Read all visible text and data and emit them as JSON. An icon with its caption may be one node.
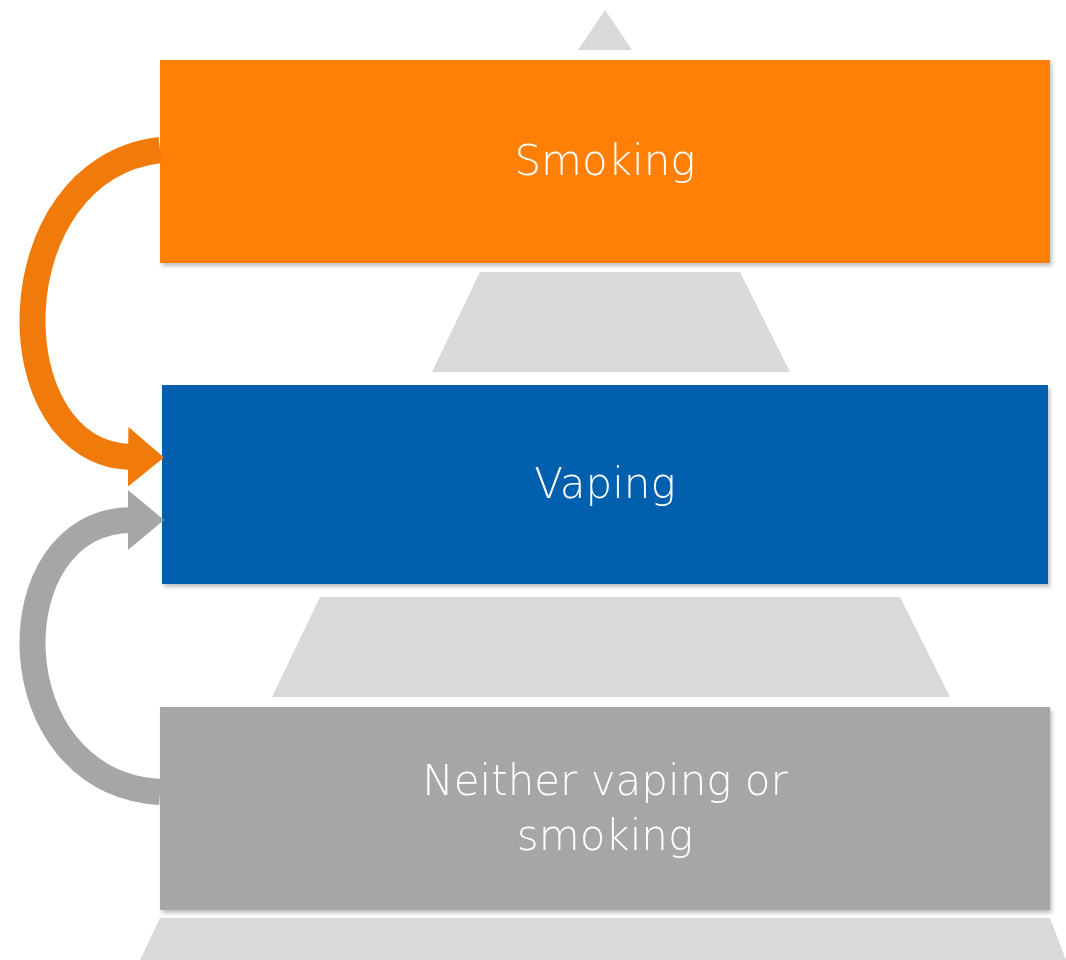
{
  "diagram": {
    "nodes": [
      {
        "text": [
          "Smoking"
        ]
      },
      {
        "text": [
          "Vaping"
        ]
      },
      {
        "text": [
          "Neither vaping or smoking"
        ]
      }
    ],
    "edges": [
      {
        "from": 0,
        "to": 1,
        "arrow": "to",
        "color": "#f07a0a"
      },
      {
        "from": 2,
        "to": 1,
        "arrow": "to",
        "color": "#a6a6a6"
      }
    ]
  }
}
